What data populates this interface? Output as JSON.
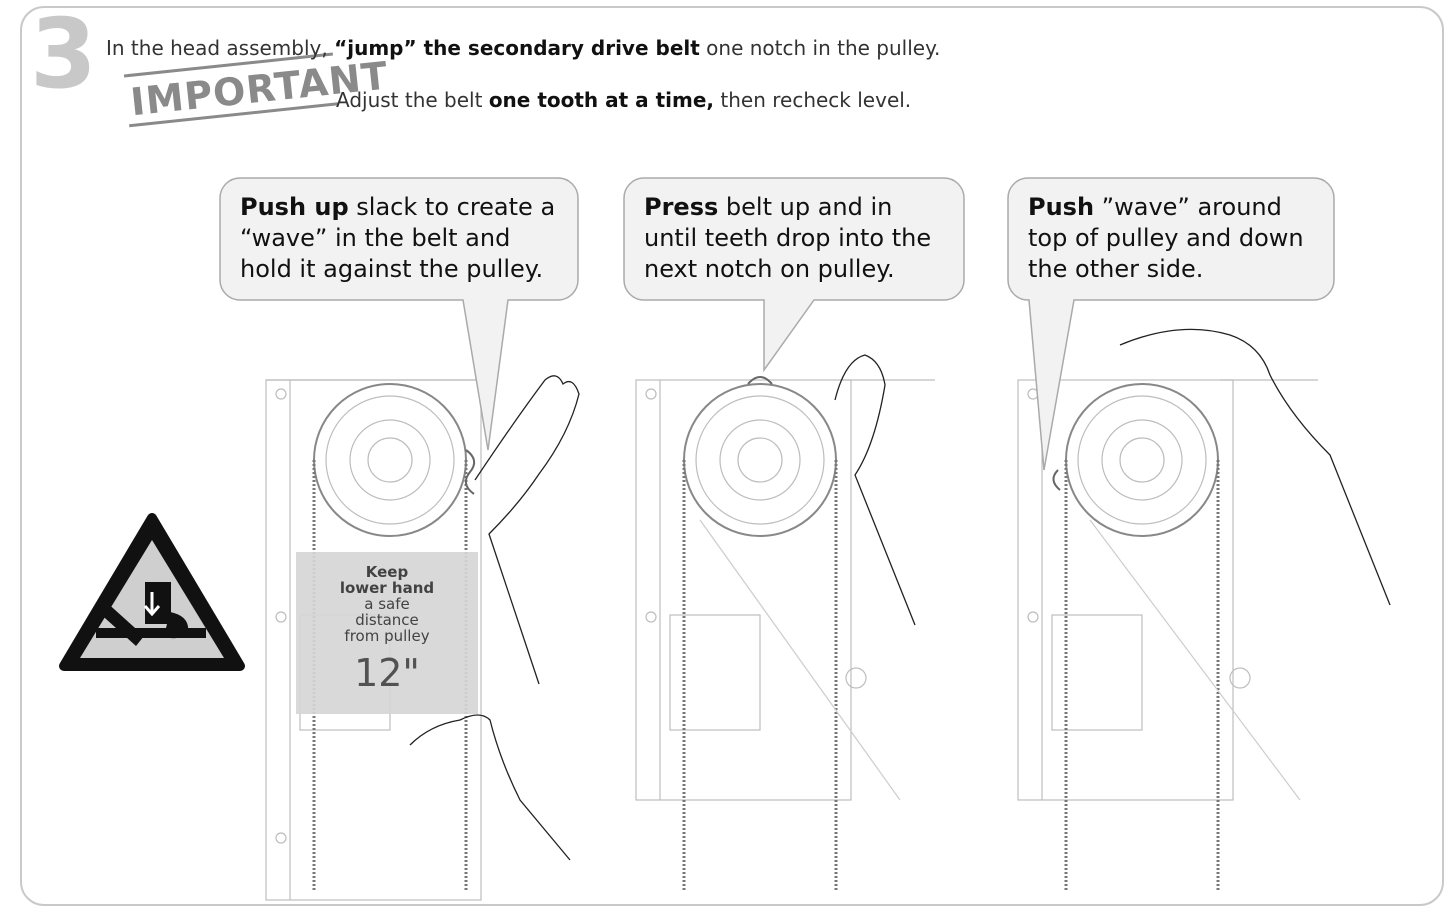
{
  "step": {
    "number": "3"
  },
  "instruction": {
    "pre": "In the head assembly, ",
    "bold": "“jump” the secondary drive belt",
    "post": " one notch in the pulley."
  },
  "important": {
    "stamp": "IMPORTANT",
    "pre": "Adjust the belt ",
    "bold": "one tooth at a time,",
    "post": " then recheck level."
  },
  "bubbles": [
    {
      "bold": "Push up",
      "rest": " slack to create a “wave” in the belt and hold it against the pulley."
    },
    {
      "bold": "Press",
      "rest": " belt up and in until teeth drop into the next notch on pulley."
    },
    {
      "bold": "Push",
      "rest": " ”wave” around top of pulley and down the other side."
    }
  ],
  "warning_label": {
    "line1": "Keep",
    "line2": "lower hand",
    "line3": "a safe",
    "line4": "distance",
    "line5": "from pulley",
    "distance": "12\""
  },
  "icons": {
    "hazard": "pinch-point-warning-icon",
    "stamp": "important-stamp-icon"
  },
  "colors": {
    "bubble_fill": "#f2f2f2",
    "bubble_border": "#aaaaaa",
    "step_number": "#c8c8c8",
    "label_fill": "#d6d6d6",
    "line_art": "#bbbbbb",
    "hazard_fill": "#cfcfcf"
  }
}
